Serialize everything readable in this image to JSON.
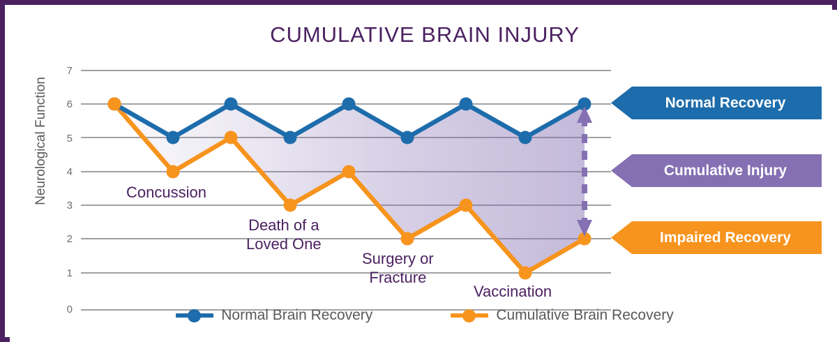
{
  "title": "CUMULATIVE BRAIN INJURY",
  "colors": {
    "border": "#4b2161",
    "title": "#4b2161",
    "normal": "#1d6cab",
    "cumulative": "#f7941e",
    "injury": "#8470b2",
    "gridline": "#808285",
    "axis_text": "#6d6e71",
    "annotation": "#4b2161"
  },
  "callouts": [
    {
      "label": "Normal Recovery",
      "color": "#1d6cab",
      "name": "callout-normal-recovery"
    },
    {
      "label": "Cumulative Injury",
      "color": "#8470b2",
      "name": "callout-cumulative-injury"
    },
    {
      "label": "Impaired Recovery",
      "color": "#f7941e",
      "name": "callout-impaired-recovery"
    }
  ],
  "legend": [
    {
      "label": "Normal Brain Recovery",
      "color": "#1d6cab"
    },
    {
      "label": "Cumulative Brain Recovery",
      "color": "#f7941e"
    }
  ],
  "annotations": [
    {
      "text": "Concussion",
      "lines": [
        "Concussion"
      ]
    },
    {
      "text": "Death of a Loved One",
      "lines": [
        "Death of a",
        "Loved One"
      ]
    },
    {
      "text": "Surgery or Fracture",
      "lines": [
        "Surgery or",
        "Fracture"
      ]
    },
    {
      "text": "Vaccination",
      "lines": [
        "Vaccination"
      ]
    }
  ],
  "annotation_lines": {
    "concussion": "Concussion",
    "death_1": "Death of a",
    "death_2": "Loved One",
    "surgery_1": "Surgery or",
    "surgery_2": "Fracture",
    "vaccination": "Vaccination"
  },
  "chart_data": {
    "type": "line",
    "title": "CUMULATIVE BRAIN INJURY",
    "xlabel": "",
    "ylabel": "Neurological Function",
    "ylim": [
      0,
      7
    ],
    "yticks": [
      7,
      6,
      5,
      4,
      3,
      2,
      1,
      0
    ],
    "ytick_labels": [
      "7",
      "6",
      "5",
      "4",
      "3",
      "2",
      "1",
      "0"
    ],
    "grid": true,
    "legend_position": "bottom",
    "x": [
      1,
      2,
      3,
      4,
      5,
      6,
      7,
      8,
      9
    ],
    "xtick_labels": [],
    "series": [
      {
        "name": "Normal Brain Recovery",
        "color": "#1d6cab",
        "values": [
          6,
          5,
          6,
          5,
          6,
          5,
          6,
          5,
          6
        ]
      },
      {
        "name": "Cumulative Brain Recovery",
        "color": "#f7941e",
        "values": [
          6,
          4,
          5,
          3,
          4,
          2,
          3,
          1,
          2
        ]
      }
    ],
    "fill_between": {
      "label": "Cumulative Injury",
      "from": "Normal Brain Recovery",
      "to": "Cumulative Brain Recovery",
      "color": "#8470b2"
    },
    "event_annotations": [
      {
        "label": "Concussion",
        "x": 2
      },
      {
        "label": "Death of a Loved One",
        "x": 4
      },
      {
        "label": "Surgery or Fracture",
        "x": 6
      },
      {
        "label": "Vaccination",
        "x": 8
      }
    ],
    "gap_arrow": {
      "x": 9,
      "from": 6,
      "to": 2,
      "color": "#8470b2",
      "style": "dashed-double-arrow"
    }
  },
  "axis": {
    "ylabel": "Neurological Function",
    "ticks": [
      "7",
      "6",
      "5",
      "4",
      "3",
      "2",
      "1",
      "0"
    ]
  }
}
